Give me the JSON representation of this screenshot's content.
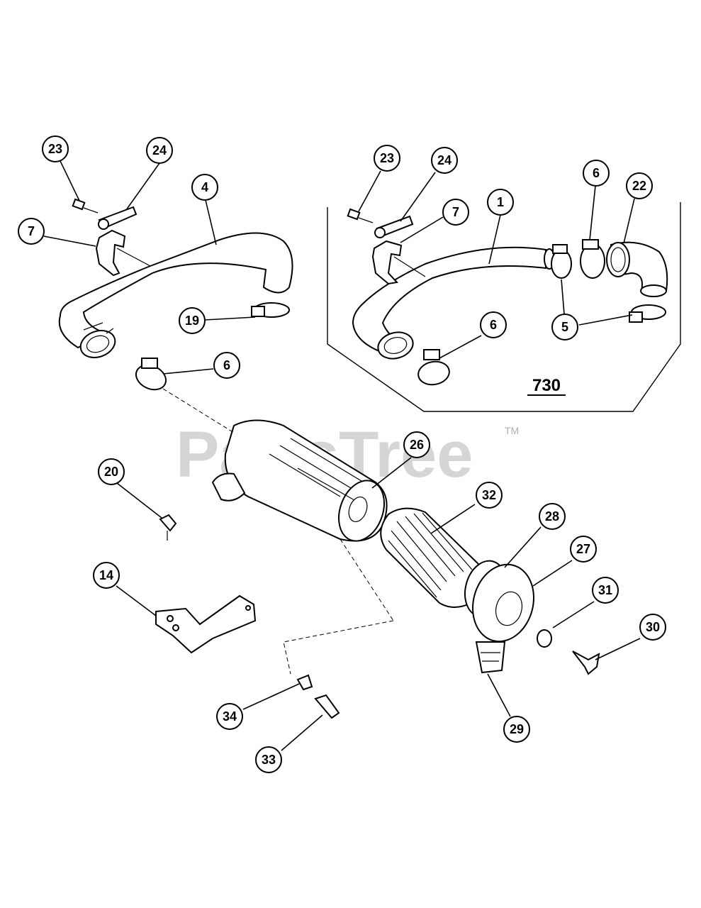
{
  "watermark": {
    "brand": "PartsTree",
    "trademark": "TM"
  },
  "inset": {
    "model_label": "730"
  },
  "callouts": [
    {
      "id": "c23a",
      "label": "23"
    },
    {
      "id": "c24a",
      "label": "24"
    },
    {
      "id": "c4",
      "label": "4"
    },
    {
      "id": "c7a",
      "label": "7"
    },
    {
      "id": "c19",
      "label": "19"
    },
    {
      "id": "c6a",
      "label": "6"
    },
    {
      "id": "c23b",
      "label": "23"
    },
    {
      "id": "c24b",
      "label": "24"
    },
    {
      "id": "c7b",
      "label": "7"
    },
    {
      "id": "c1",
      "label": "1"
    },
    {
      "id": "c6b",
      "label": "6"
    },
    {
      "id": "c22",
      "label": "22"
    },
    {
      "id": "c6c",
      "label": "6"
    },
    {
      "id": "c5",
      "label": "5"
    },
    {
      "id": "c26",
      "label": "26"
    },
    {
      "id": "c20",
      "label": "20"
    },
    {
      "id": "c32",
      "label": "32"
    },
    {
      "id": "c28",
      "label": "28"
    },
    {
      "id": "c27",
      "label": "27"
    },
    {
      "id": "c14",
      "label": "14"
    },
    {
      "id": "c31",
      "label": "31"
    },
    {
      "id": "c30",
      "label": "30"
    },
    {
      "id": "c34",
      "label": "34"
    },
    {
      "id": "c29",
      "label": "29"
    },
    {
      "id": "c33",
      "label": "33"
    }
  ]
}
